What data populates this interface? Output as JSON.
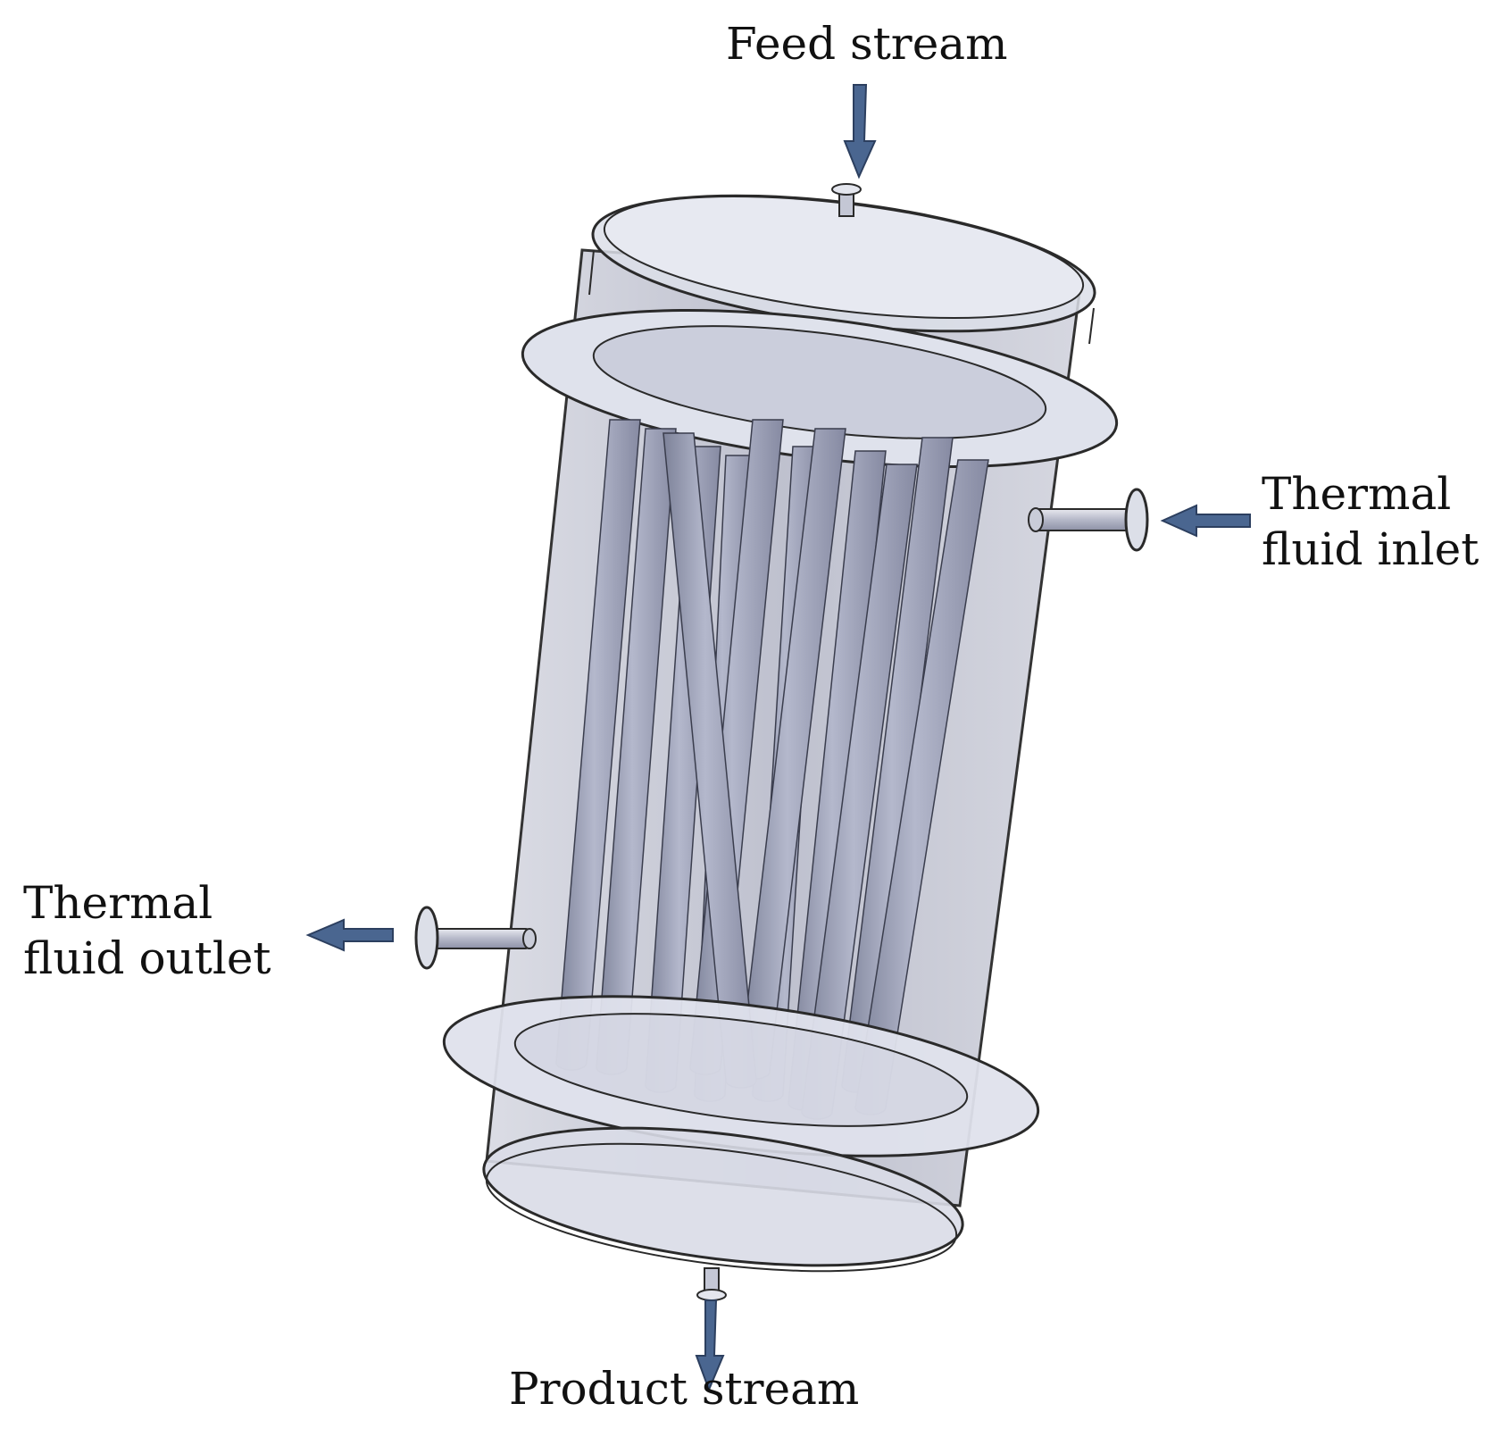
{
  "labels": {
    "feed": "Feed stream",
    "product": "Product stream",
    "inlet_line1": "Thermal",
    "inlet_line2": "fluid inlet",
    "outlet_line1": "Thermal",
    "outlet_line2": "fluid outlet"
  },
  "colors": {
    "arrow": "#4a6690",
    "shell": "#b9bccb",
    "tube": "#9ea3ba",
    "flange": "#dde0ea",
    "outline": "#2a2a2a"
  },
  "components": {
    "tube_count": 12
  }
}
